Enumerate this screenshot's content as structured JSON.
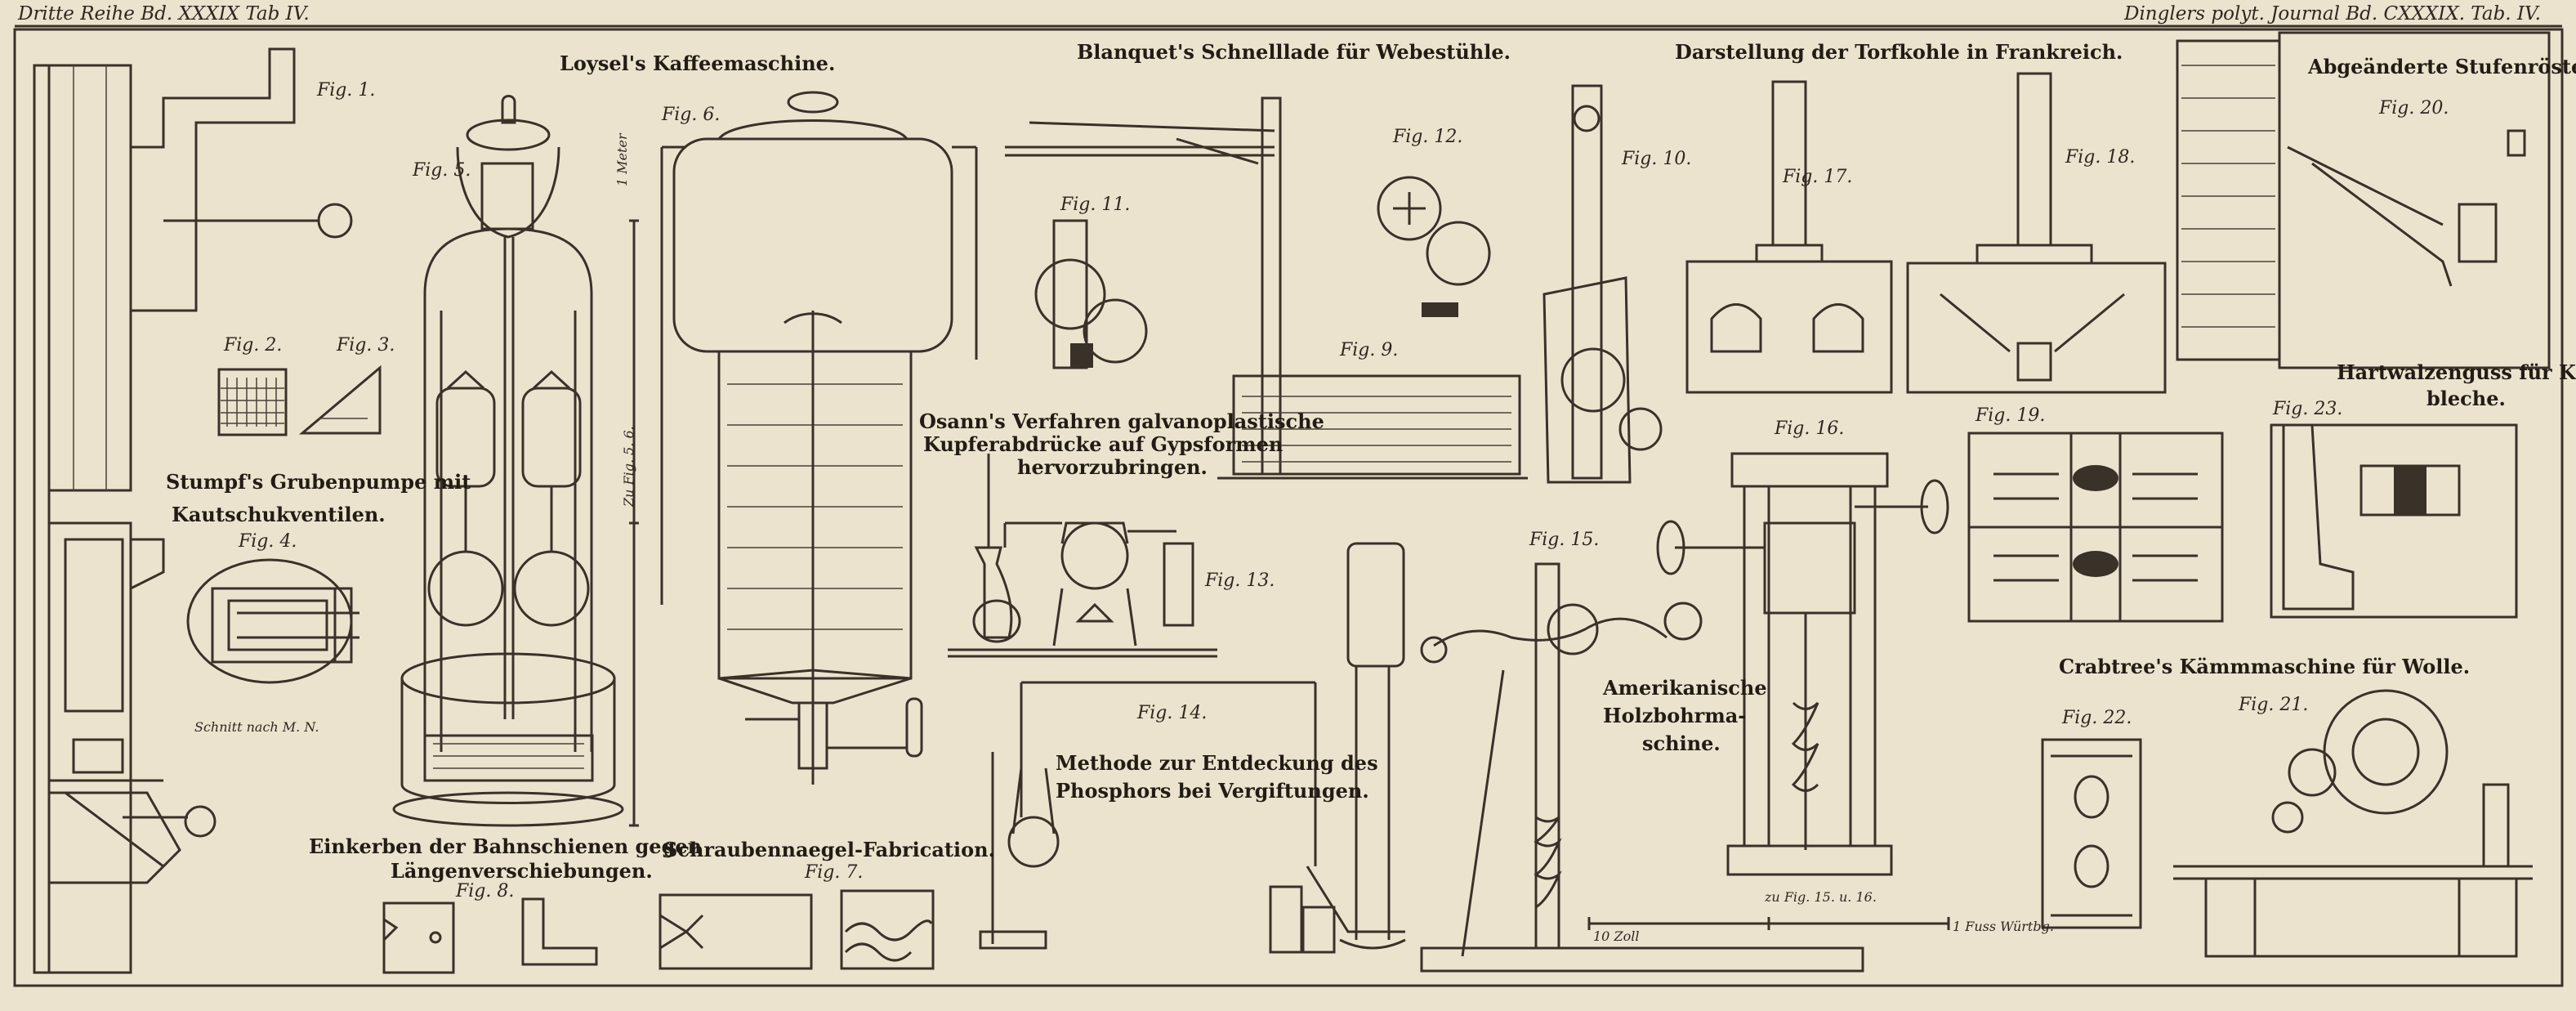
{
  "header": {
    "left": "Dritte Reihe Bd. XXXIX Tab IV.",
    "right": "Dinglers polyt. Journal Bd. CXXXIX. Tab. IV."
  },
  "titles": {
    "loysel": "Loysel's Kaffeemaschine.",
    "blanquet": "Blanquet's Schnelllade für Webestühle.",
    "torfkohle": "Darstellung der Torfkohle in Frankreich.",
    "stufenroste": "Abgeänderte Stufenröste",
    "stumpf_1": "Stumpf's Grubenpumpe mit",
    "stumpf_2": "Kautschukventilen.",
    "osann_1": "Osann's Verfahren galvanoplastische",
    "osann_2": "Kupferabdrücke auf Gypsformen",
    "osann_3": "hervorzubringen.",
    "hartwalzen_1": "Hartwalzenguss für Kupfer-",
    "hartwalzen_2": "bleche.",
    "crabtree": "Crabtree's Kämmmaschine für Wolle.",
    "holzbohr_1": "Amerikanische",
    "holzbohr_2": "Holzbohrma-",
    "holzbohr_3": "schine.",
    "phosphor_1": "Methode zur Entdeckung des",
    "phosphor_2": "Phosphors bei Vergiftungen.",
    "einkerben_1": "Einkerben der Bahnschienen gegen",
    "einkerben_2": "Längenverschiebungen.",
    "schraubennaegel": "Schraubennaegel-Fabrication."
  },
  "figures": {
    "f1": "Fig. 1.",
    "f2": "Fig. 2.",
    "f3": "Fig. 3.",
    "f4": "Fig. 4.",
    "f5": "Fig. 5.",
    "f6": "Fig. 6.",
    "f7": "Fig. 7.",
    "f8": "Fig. 8.",
    "f9": "Fig. 9.",
    "f10": "Fig. 10.",
    "f11": "Fig. 11.",
    "f12": "Fig. 12.",
    "f13": "Fig. 13.",
    "f14": "Fig. 14.",
    "f15": "Fig. 15.",
    "f16": "Fig. 16.",
    "f17": "Fig. 17.",
    "f18": "Fig. 18.",
    "f19": "Fig. 19.",
    "f20": "Fig. 20.",
    "f21": "Fig. 21.",
    "f22": "Fig. 22.",
    "f23": "Fig. 23."
  },
  "captions": {
    "schnitt": "Schnitt nach M. N.",
    "zu_fig_5": "Zu Fig. 5. 6.",
    "meter": "1 Meter",
    "zu_fig_15": "zu Fig. 15. u. 16.",
    "zoll": "10 Zoll",
    "engraver": "1 Fuss Würtbg."
  }
}
